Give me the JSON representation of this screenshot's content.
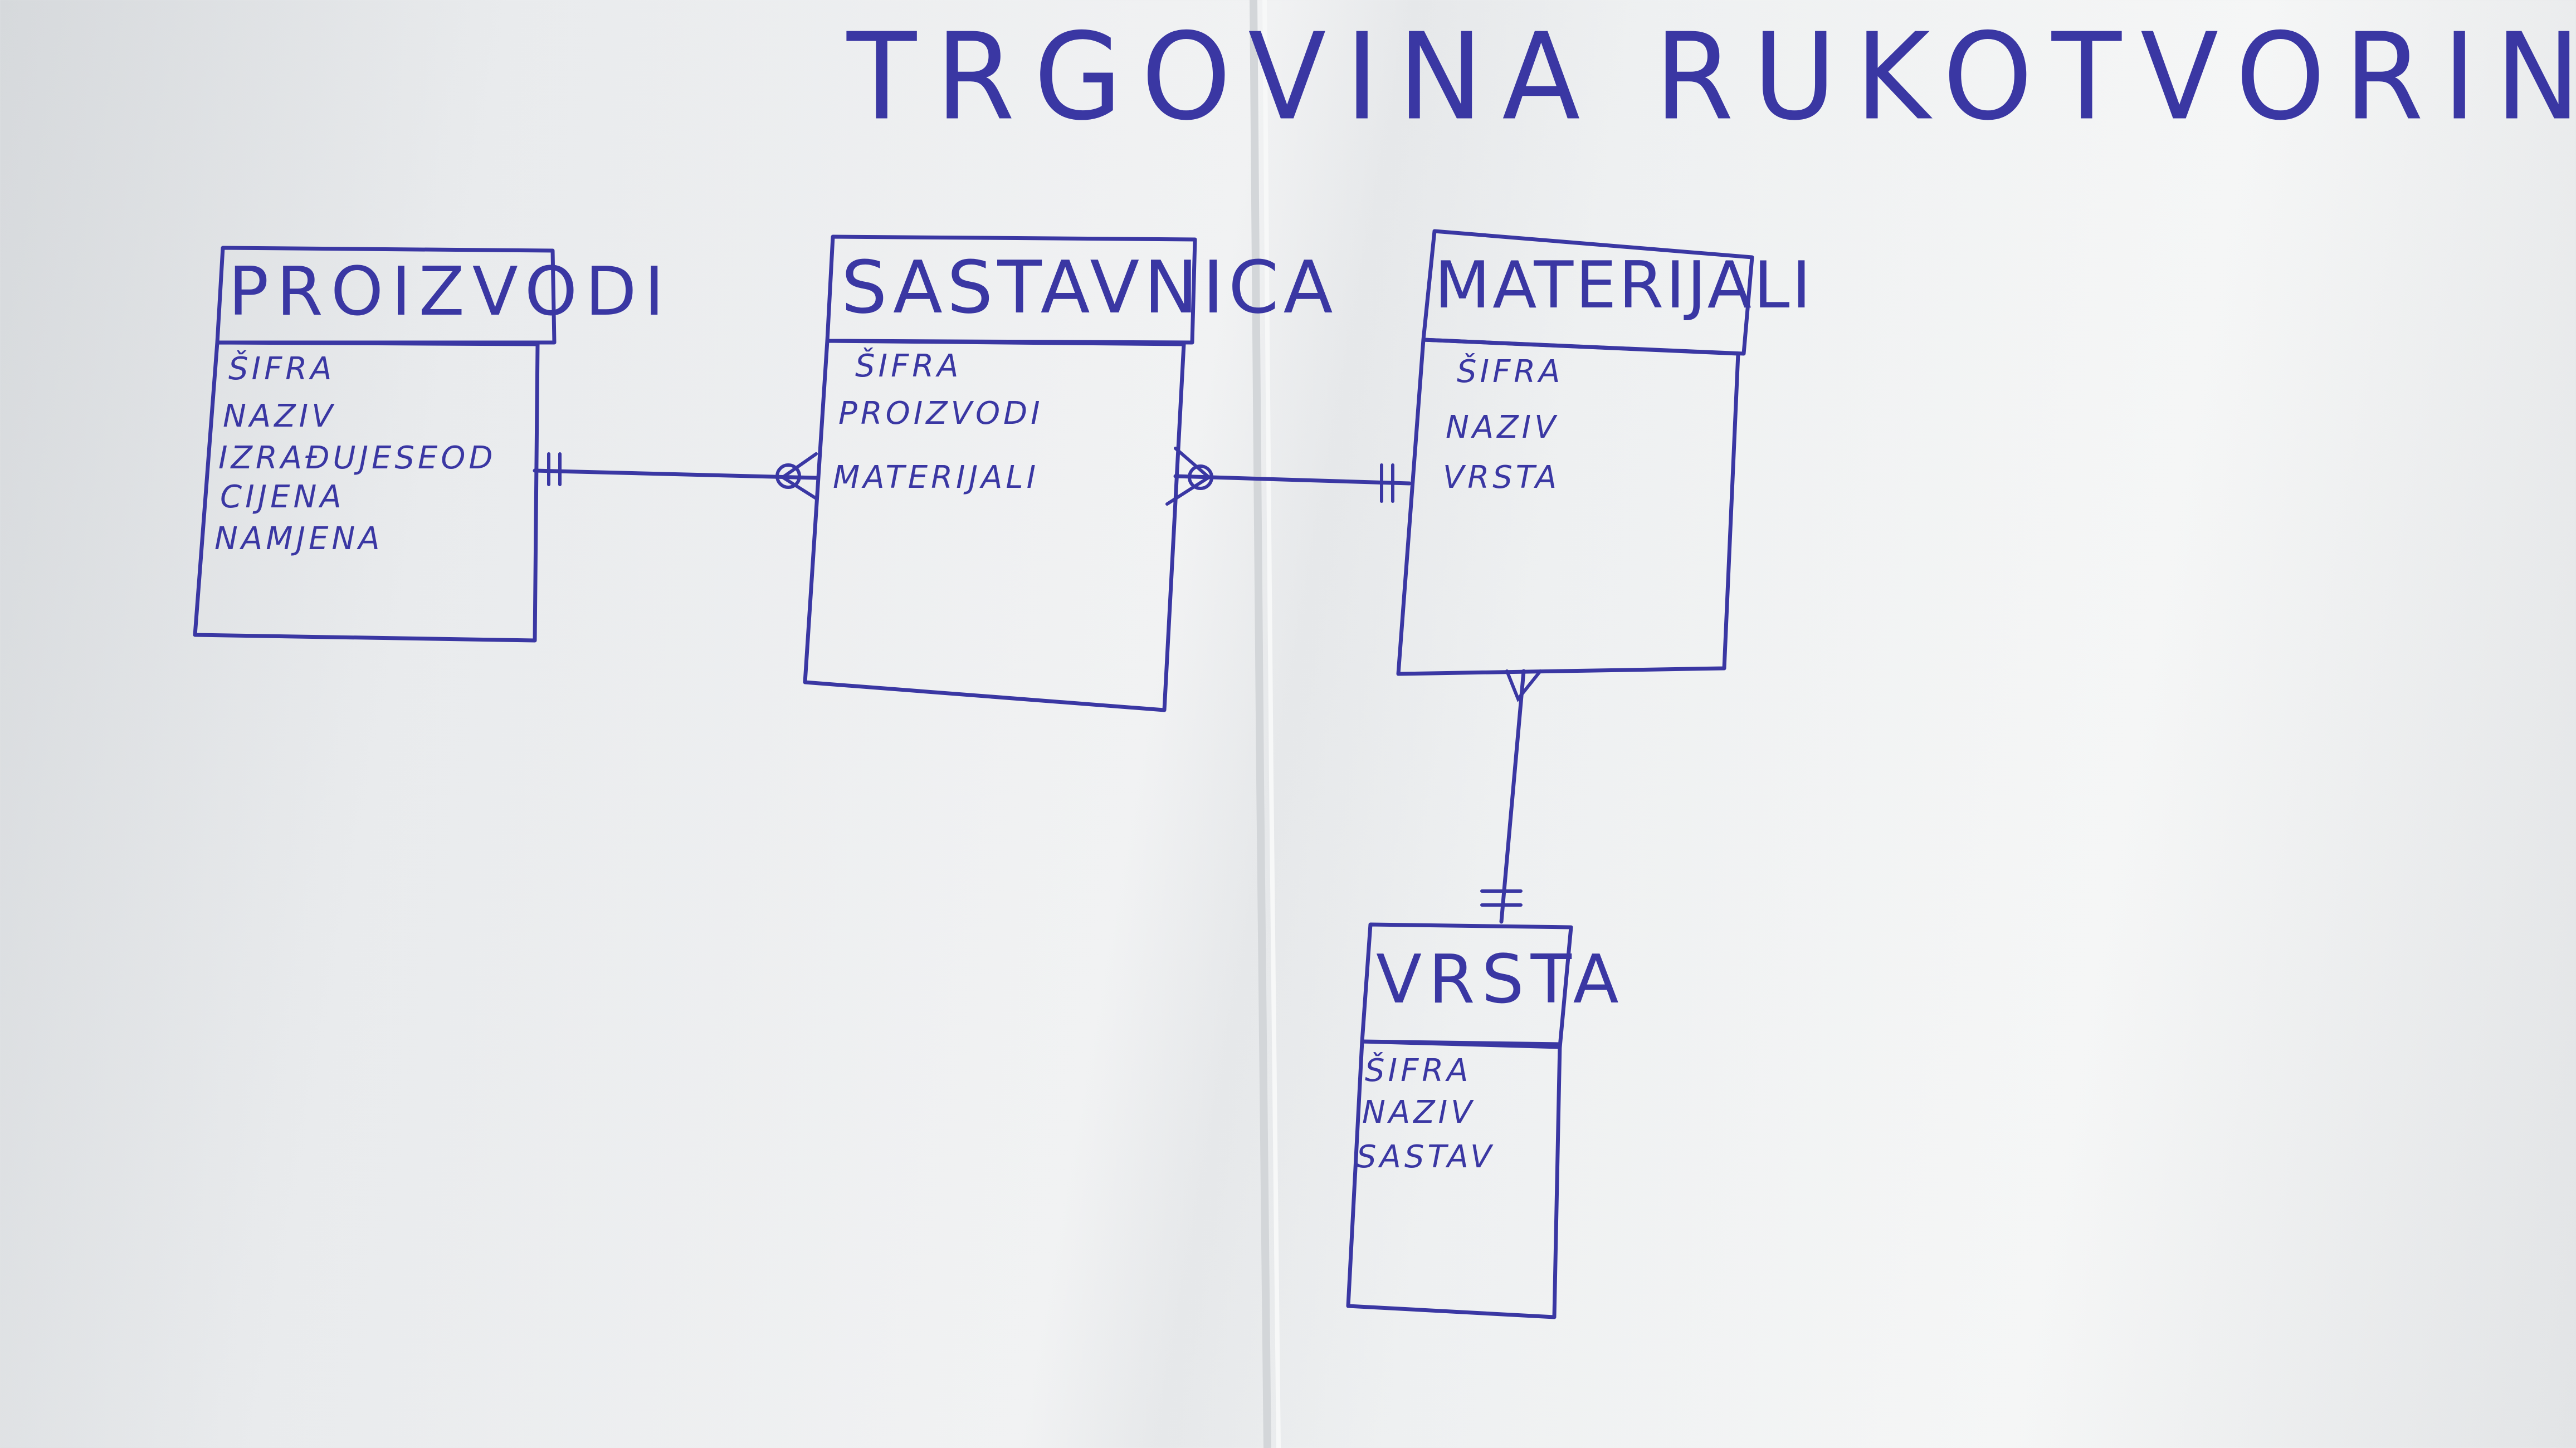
{
  "title": "TRGOVINA RUKOTVORINA",
  "entities": [
    {
      "name": "PROIZVODI",
      "attributes": [
        "ŠIFRA",
        "NAZIV",
        "IZRAĐUJESEOD",
        "CIJENA",
        "NAMJENA"
      ]
    },
    {
      "name": "SASTAVNICA",
      "attributes": [
        "ŠIFRA",
        "PROIZVODI",
        "MATERIJALI"
      ]
    },
    {
      "name": "MATERIJALI",
      "attributes": [
        "ŠIFRA",
        "NAZIV",
        "VRSTA"
      ]
    },
    {
      "name": "VRSTA",
      "attributes": [
        "ŠIFRA",
        "NAZIV",
        "SASTAV"
      ]
    }
  ],
  "relationships": [
    {
      "from": "PROIZVODI",
      "from_cardinality": "one",
      "to": "SASTAVNICA",
      "to_cardinality": "zero-or-many"
    },
    {
      "from": "SASTAVNICA",
      "from_cardinality": "zero-or-many",
      "to": "MATERIJALI",
      "to_cardinality": "one"
    },
    {
      "from": "MATERIJALI",
      "from_cardinality": "many",
      "to": "VRSTA",
      "to_cardinality": "one"
    }
  ],
  "ink_color": "#3a37a3",
  "paper_color": "#eef0f1"
}
